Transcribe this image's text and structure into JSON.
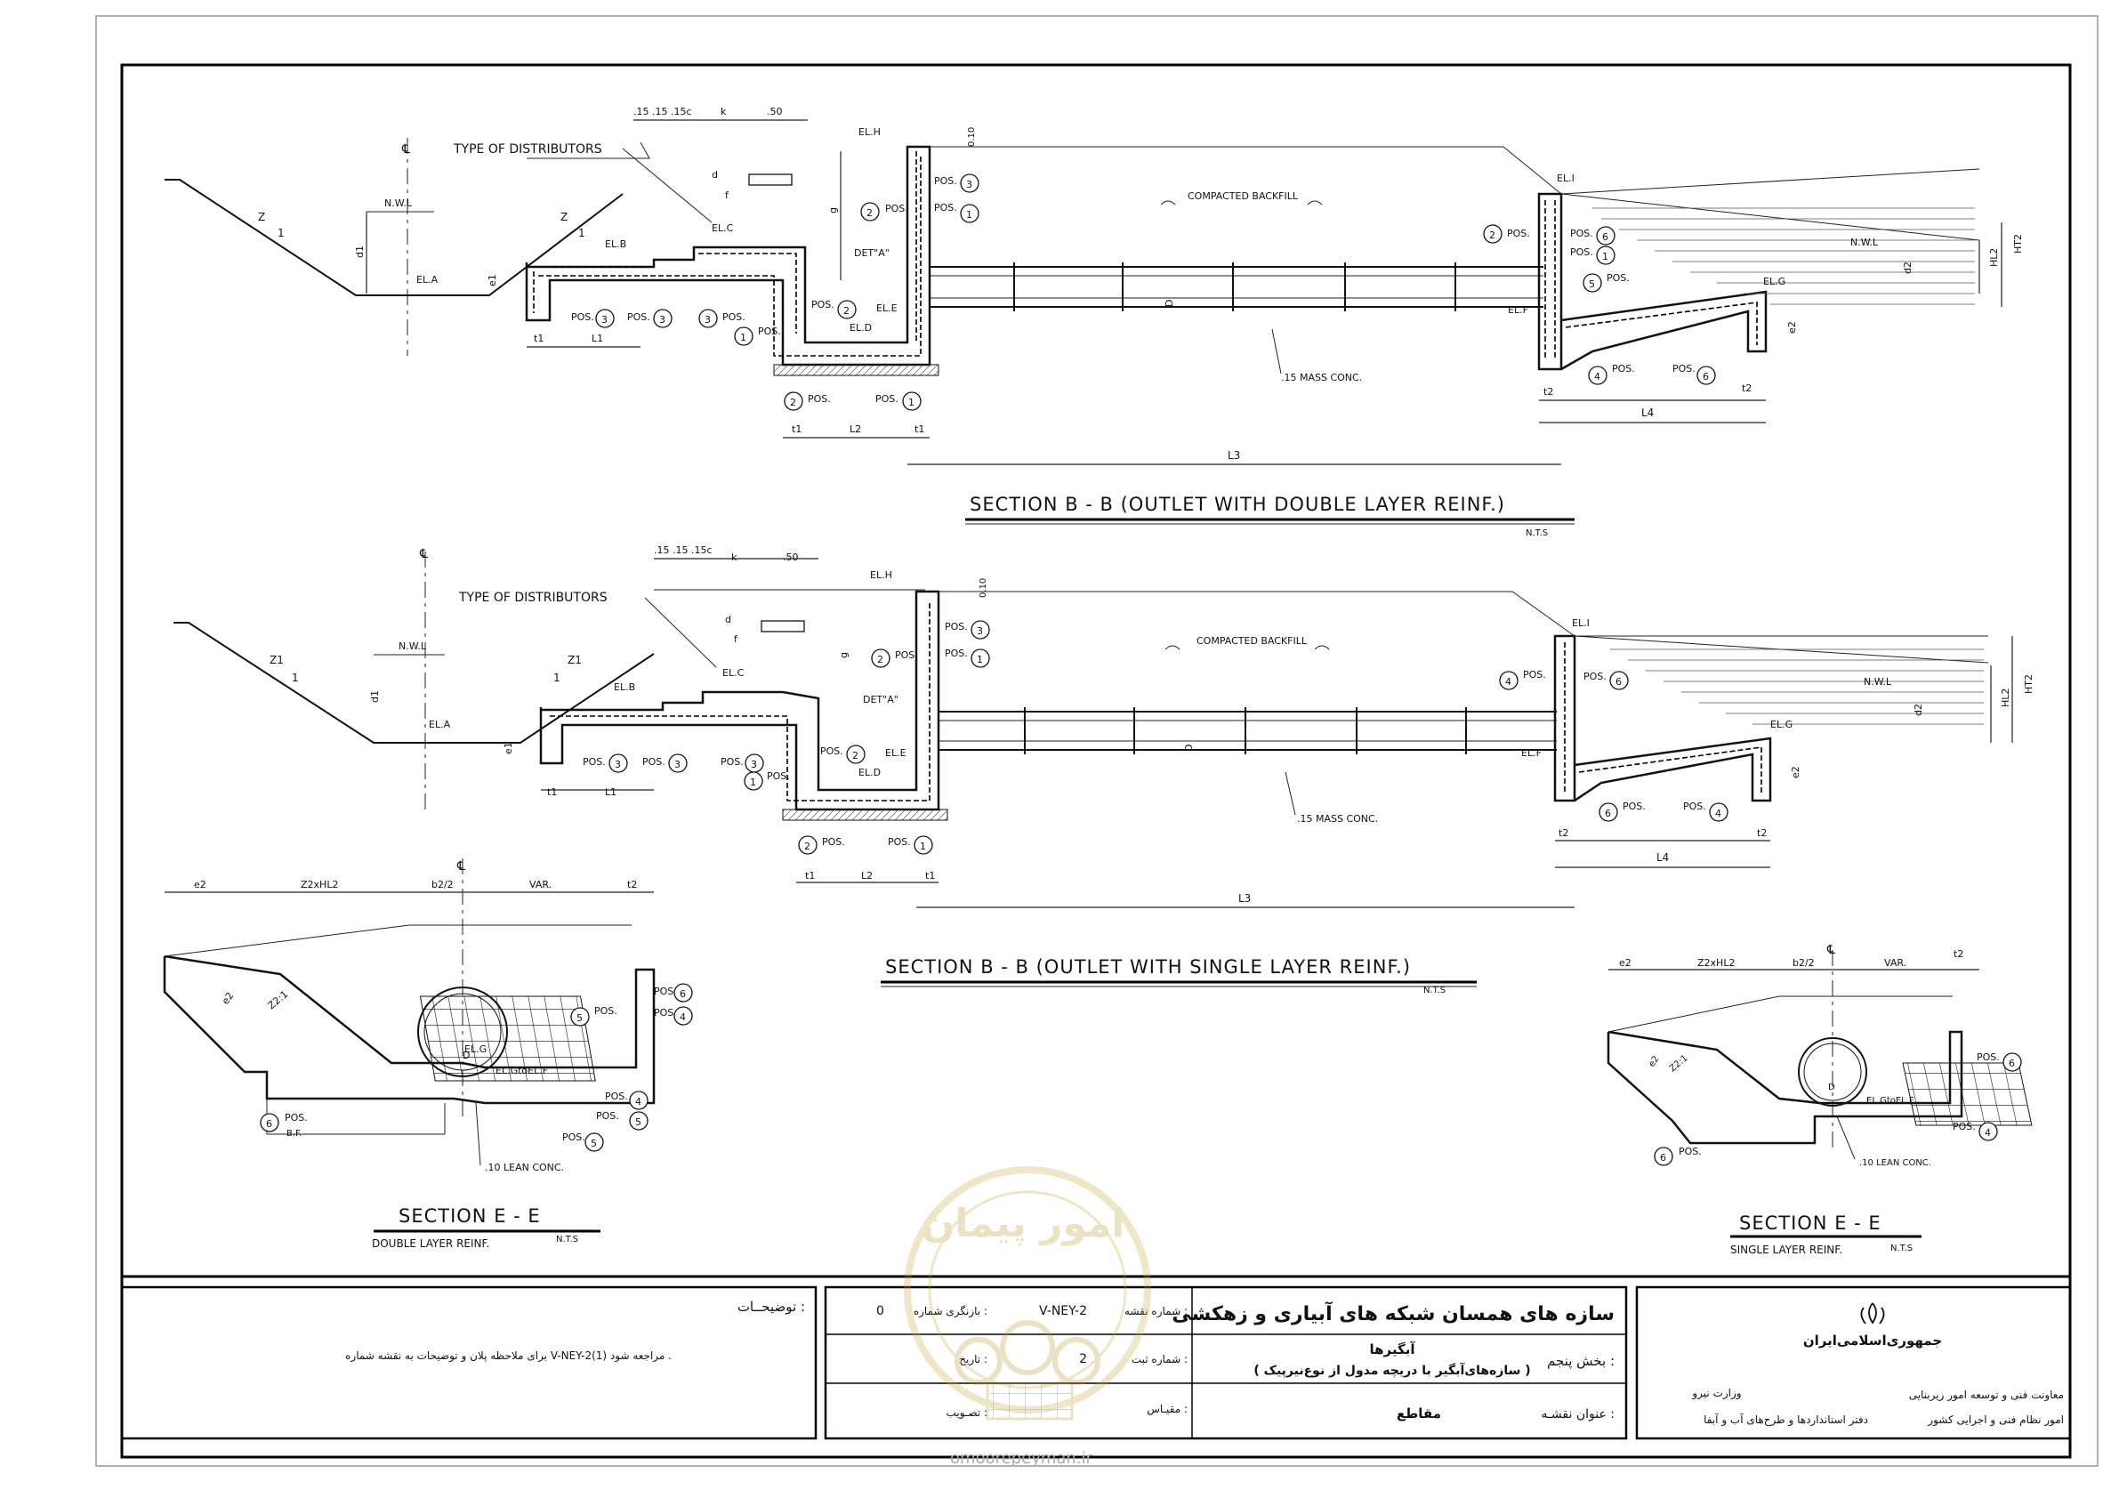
{
  "drawing": {
    "labels": {
      "type_of_distributors": "TYPE OF DISTRIBUTORS",
      "compacted_backfill": "COMPACTED BACKFILL",
      "mass_conc": ".15 MASS CONC.",
      "lean_conc": ".10 LEAN CONC.",
      "nwl": "N.W.L",
      "det_a": "DET\"A\"",
      "dim_151515": ".15 .15 .15c",
      "dim_50": ".50",
      "dim_010": "0.10",
      "pos": "POS.",
      "bf": "B.F.",
      "el_a": "EL.A",
      "el_b": "EL.B",
      "el_c": "EL.C",
      "el_d": "EL.D",
      "el_e": "EL.E",
      "el_f": "EL.F",
      "el_g": "EL.G",
      "el_h": "EL.H",
      "el_i": "EL.I",
      "el_gtoef": "EL.GtoEL.F"
    },
    "dims": {
      "z": "Z",
      "z1": "Z1",
      "one": "1",
      "d1": "d1",
      "e1": "e1",
      "e2": "e2",
      "d2": "d2",
      "t1": "t1",
      "t2": "t2",
      "l1": "L1",
      "l2": "L2",
      "l3": "L3",
      "l4": "L4",
      "k": "k",
      "d": "d",
      "f": "f",
      "g": "g",
      "D": "D",
      "hl2": "HL2",
      "ht2": "HT2",
      "z2xhl2": "Z2xHL2",
      "b22": "b2/2",
      "var": "VAR.",
      "z2_1": "Z2:1"
    },
    "section_b_double": {
      "title": "SECTION  B - B  (OUTLET WITH DOUBLE LAYER REINF.)",
      "scale": "N.T.S"
    },
    "section_b_single": {
      "title": "SECTION  B - B  (OUTLET WITH SINGLE LAYER REINF.)",
      "scale": "N.T.S"
    },
    "section_e_double": {
      "title": "SECTION  E - E",
      "subtitle": "DOUBLE LAYER REINF.",
      "scale": "N.T.S"
    },
    "section_e_single": {
      "title": "SECTION  E - E",
      "subtitle": "SINGLE LAYER REINF.",
      "scale": "N.T.S"
    }
  },
  "title_block": {
    "notes_heading": "توضیحــات :",
    "notes_text": "برای ملاحظه پلان و توضیحات به نقشه شماره   V-NEY-2(1)   مراجعه شود .",
    "project_title": "سازه های همسان شبکه های آبیاری و زهکشی",
    "map_no_label": "شماره نقشه :",
    "map_no": "V-NEY-2",
    "revision_label": "بازنگری شماره :",
    "revision": "0",
    "part_label": "بخش پنجم :",
    "part_title": "آبگیرها",
    "part_subtitle": "( سازه‌های‌آبگیر با دریچه مدول از نوع‌نیرپیک )",
    "record_no_label": "شماره ثبت :",
    "record_no": "2",
    "date_label": "تاریخ :",
    "scale_label": "مقیـاس :",
    "approval_label": "تصـویب :",
    "map_title_label": "عنوان نقشـه :",
    "map_title": "مقاطع",
    "country": "جمهوری‌اسلامی‌ایران",
    "ministry": "وزارت نیرو",
    "deputy": "معاونت فنی و توسعه امور زیربنایی",
    "affairs": "امور نظام فنی و اجرایی کشور",
    "office": "دفتر استانداردها و طرح‌های آب و آبفا",
    "watermark_brand": "امور پیمان",
    "watermark_url": "omoorepeyman.ir"
  }
}
